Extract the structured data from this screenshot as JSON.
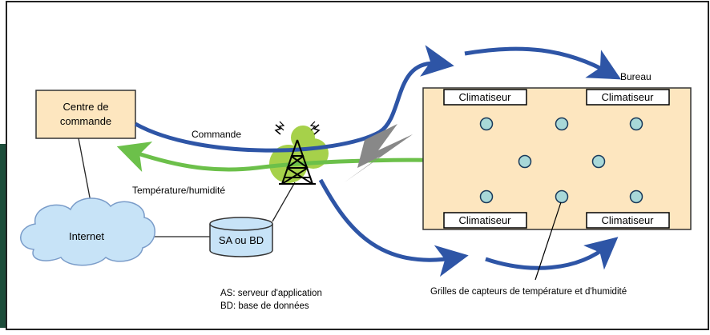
{
  "labels": {
    "control_center_line1": "Centre de",
    "control_center_line2": "commande",
    "internet": "Internet",
    "database": "SA ou BD",
    "command": "Commande",
    "temp_humidity": "Température/humidité",
    "office": "Bureau",
    "ac_top_left": "Climatiseur",
    "ac_top_right": "Climatiseur",
    "ac_bottom_left": "Climatiseur",
    "ac_bottom_right": "Climatiseur",
    "legend_as": "AS: serveur d'application",
    "legend_bd": "BD: base de données",
    "sensor_grid": "Grilles de capteurs de température et d'humidité"
  },
  "colors": {
    "frame": "#222222",
    "box_fill": "#fde6bf",
    "command_arrow": "#2e55a6",
    "data_arrow": "#6cc04a",
    "sensor_fill": "#a8d8d8",
    "cloud_fill": "#c7e3f7",
    "cloud_stroke": "#7a9cc9",
    "tower_glow": "#a6d14a",
    "lightning": "#888888",
    "left_strip": "#1d4d3a"
  }
}
